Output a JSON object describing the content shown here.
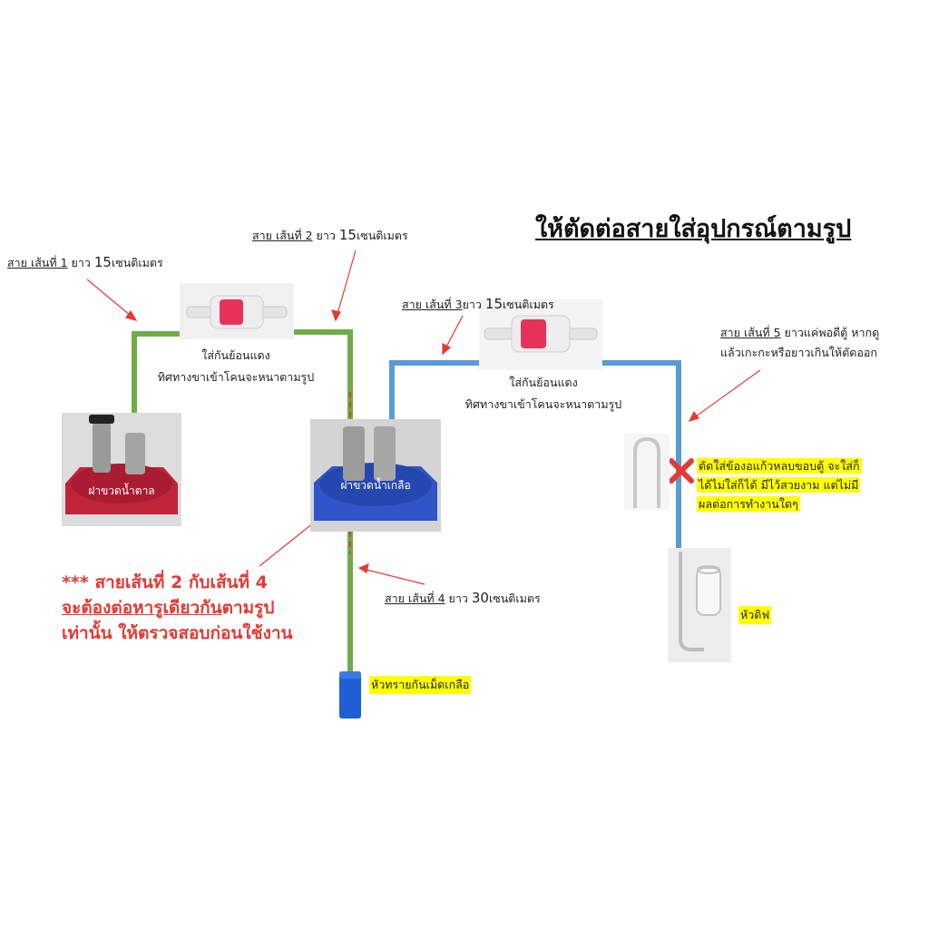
{
  "title": "ให้ตัดต่อสายใส่อุปกรณ์ตามรูป",
  "tube1": {
    "u": "สาย เส้นที่ 1",
    "rest": " ยาว ",
    "num": "15",
    "unit": "เซนติเมตร"
  },
  "tube2": {
    "u": "สาย เส้นที่ 2",
    "rest": " ยาว ",
    "num": "15",
    "unit": "เซนติเมตร"
  },
  "tube3": {
    "u": "สาย เส้นที่ 3",
    "rest": "ยาว ",
    "num": "15",
    "unit": "เซนติเมตร"
  },
  "tube4": {
    "u": "สาย เส้นที่ 4",
    "rest": " ยาว ",
    "num": "30",
    "unit": "เซนติเมตร"
  },
  "tube5": {
    "line1_u": "สาย เส้นที่ 5",
    "line1_rest": " ยาวแค่พอดีตู้ หากดู",
    "line2": "แล้วเกะกะหรือยาวเกินให้ตัดออก"
  },
  "valve_note_1": {
    "line1": "ใส่กันย้อนแดง",
    "line2": "ทิศทางขาเข้าโคนจะหนาตามรูป"
  },
  "valve_note_2": {
    "line1": "ใส่กันย้อนแดง",
    "line2": "ทิศทางขาเข้าโคนจะหนาตามรูป"
  },
  "red_cap_label": "ฝาขวดน้ำตาล",
  "blue_cap_label": "ฝาขวดน้ำเกลือ",
  "warning": {
    "line1_a": "*** ",
    "line1_b": "สายเส้นที่ 2 กับเส้นที่ 4",
    "line2_u": "จะต้องต่อหารูเดียวกัน",
    "line2_rest": "ตามรูป",
    "line3": "เท่านั้น  ให้ตรวจสอบก่อนใช้งาน"
  },
  "stone_label": "หัวทรายกันเม็ดเกลือ",
  "u_tube_note": {
    "line1": "ตัดใส่ข้องอแก้วหลบขอบตู้ จะใส่ก็",
    "line2": "ได้ไม่ใส่ก็ได้  มีไว้สวยงาม แต่ไม่มี",
    "line3": "ผลต่อการทำงานใดๆ"
  },
  "diffuser_label": "หัวดิฟ",
  "colors": {
    "green_tube": "#6fac46",
    "blue_tube": "#5b9bd5",
    "red_arrow": "#e53935",
    "highlight": "#ffff00",
    "red_cap": "#c0243a",
    "blue_cap": "#2f55c8"
  }
}
